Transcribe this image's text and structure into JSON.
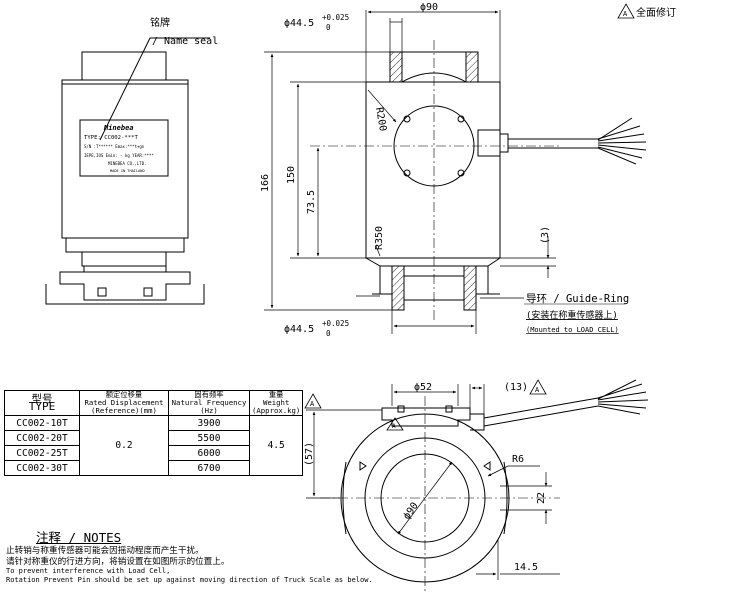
{
  "name_seal": {
    "label_cn": "铭牌",
    "label_en": "/ Name seal",
    "brand": "Minebea",
    "type_line": "TYPE:  CC002-***T",
    "line2": "S/N :T******  Emax:***t+gn",
    "line3": "IEPE,IOS      Emin:  - kg  YEAR:****",
    "line4": "MINEBEA CO.,LTD.",
    "line5": "MADE IN THAILAND"
  },
  "revision": {
    "mark": "A",
    "text": "全面修订"
  },
  "dims": {
    "top_dia": "ϕ44.5",
    "top_tol_upper": "+0.025",
    "top_tol_lower": "0",
    "width": "ϕ90",
    "bot_dia": "ϕ44.5",
    "bot_tol_upper": "+0.025",
    "bot_tol_lower": "0",
    "total_h": "166",
    "body_h": "150",
    "center_h": "73.5",
    "r_top": "R200",
    "r_bottom": "R350",
    "gap": "(3)",
    "bottom_w": "ϕ52",
    "cable_off": "(13)",
    "side_57": "(57)",
    "r6": "R6",
    "dim22": "22",
    "inner_dia": "ϕ90",
    "dim145": "14.5"
  },
  "guide_ring": {
    "label": "导环 / Guide-Ring",
    "note_cn": "(安装在称重传感器上)",
    "note_en": "(Mounted to LOAD CELL)"
  },
  "table": {
    "headers": {
      "type_cn": "型号",
      "type_en": "TYPE",
      "disp_cn": "额定位移量",
      "disp_en": "Rated Displacement",
      "disp_unit": "(Reference)(mm)",
      "freq_cn": "固有频率",
      "freq_en": "Natural Frequency",
      "freq_unit": "(Hz)",
      "weight_cn": "重量",
      "weight_en": "Weight",
      "weight_unit": "(Approx.kg)"
    },
    "rows": [
      {
        "type": "CC002-10T",
        "freq": "3900"
      },
      {
        "type": "CC002-20T",
        "freq": "5500"
      },
      {
        "type": "CC002-25T",
        "freq": "6000"
      },
      {
        "type": "CC002-30T",
        "freq": "6700"
      }
    ],
    "displacement": "0.2",
    "weight": "4.5"
  },
  "notes": {
    "title": "注释 / NOTES",
    "line1": "止转销与称重传感器可能会因摇动程度而产生干扰。",
    "line2": "请针对称重仪的行进方向，将销设置在如图所示的位置上。",
    "line3": "To prevent interference with Load Cell,",
    "line4": "Rotation Prevent Pin should be set up against moving direction of Truck Scale as below."
  }
}
